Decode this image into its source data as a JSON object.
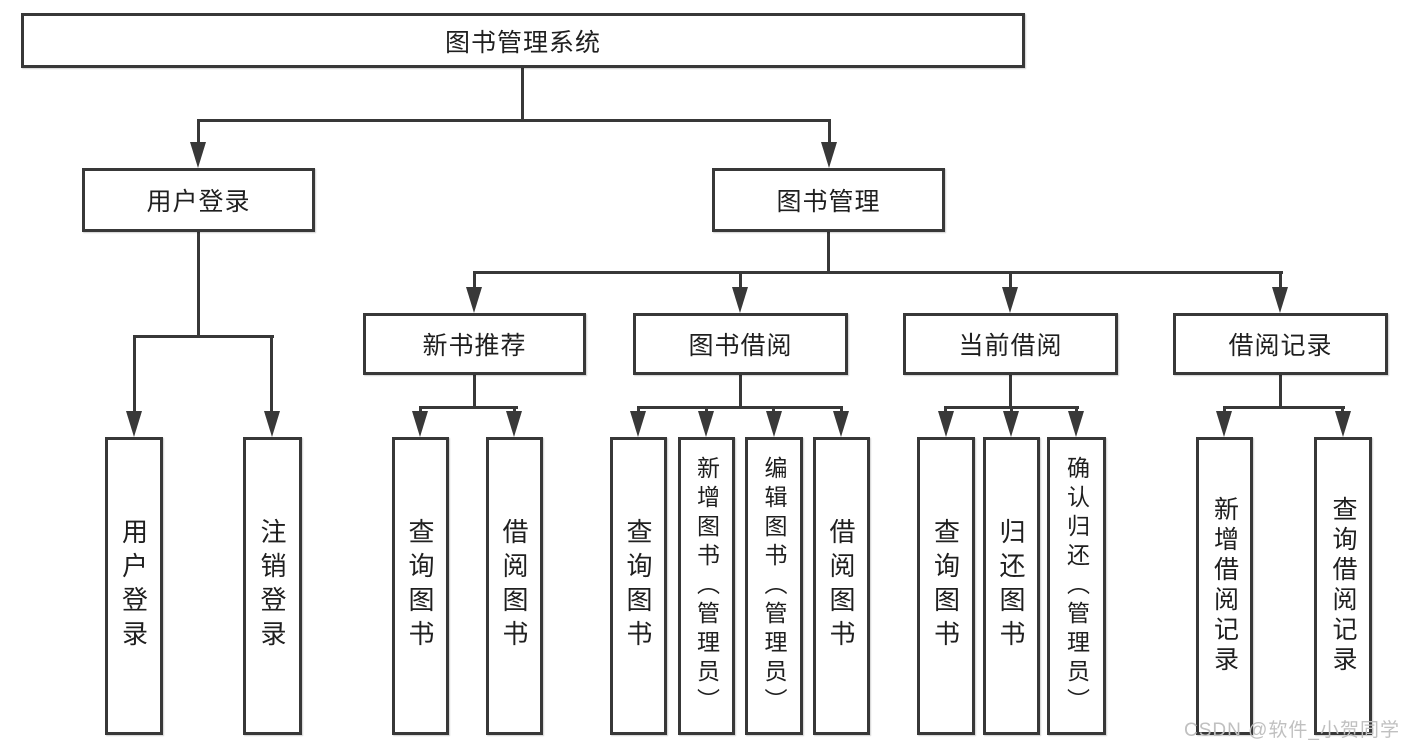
{
  "diagram": {
    "title": "图书管理系统",
    "colors": {
      "line": "#383838",
      "text": "#1f1f1f",
      "background": "#ffffff",
      "watermark": "#c0c0c0"
    },
    "watermark": {
      "text": "CSDN @软件_小贺同学"
    },
    "root": {
      "label": "图书管理系统",
      "children": [
        {
          "label": "用户登录",
          "children": [
            {
              "label": "用户登录"
            },
            {
              "label": "注销登录"
            }
          ]
        },
        {
          "label": "图书管理",
          "children": [
            {
              "label": "新书推荐",
              "children": [
                {
                  "label": "查询图书"
                },
                {
                  "label": "借阅图书"
                }
              ]
            },
            {
              "label": "图书借阅",
              "children": [
                {
                  "label": "查询图书"
                },
                {
                  "label": "新增图书（管理员）"
                },
                {
                  "label": "编辑图书（管理员）"
                },
                {
                  "label": "借阅图书"
                }
              ]
            },
            {
              "label": "当前借阅",
              "children": [
                {
                  "label": "查询图书"
                },
                {
                  "label": "归还图书"
                },
                {
                  "label": "确认归还（管理员）"
                }
              ]
            },
            {
              "label": "借阅记录",
              "children": [
                {
                  "label": "新增借阅记录"
                },
                {
                  "label": "查询借阅记录"
                }
              ]
            }
          ]
        }
      ]
    }
  }
}
